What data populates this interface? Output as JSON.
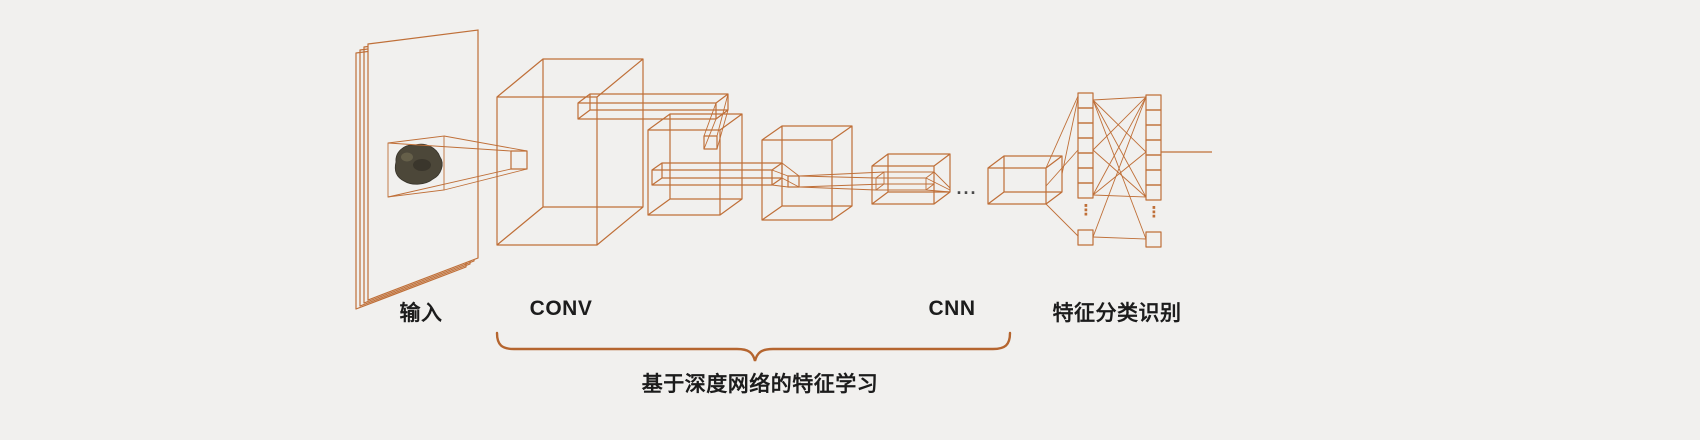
{
  "labels": {
    "input": "输入",
    "conv": "CONV",
    "cnn": "CNN",
    "feature_classification": "特征分类识别",
    "deep_network_feature_learning": "基于深度网络的特征学习",
    "ellipsis": "...",
    "vertical_dots": "⋮"
  },
  "colors": {
    "background": "#f1f0ee",
    "line": "#bf6f38",
    "brace": "#b5652f",
    "text": "#1c1c1c",
    "stone": "#4c4739"
  }
}
